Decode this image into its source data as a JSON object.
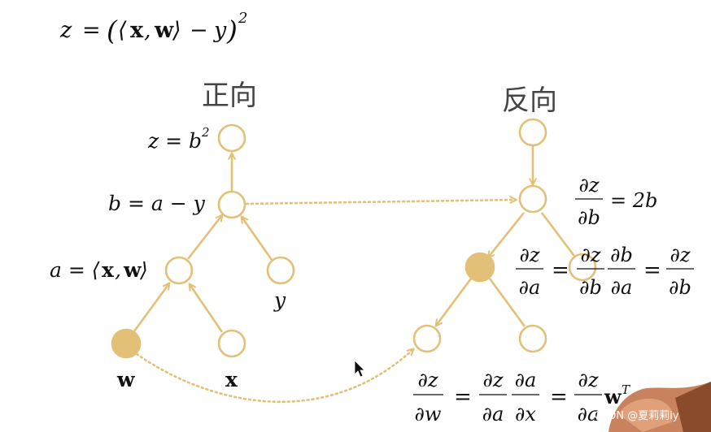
{
  "colors": {
    "node": "#e3c078",
    "text": "#111111",
    "heading": "#444444"
  },
  "formula": {
    "z": "z",
    "eq": "=",
    "lparen": "(",
    "langle": "⟨",
    "x": "x",
    "comma": ",",
    "w": "w",
    "rangle": "⟩",
    "minus": "−",
    "y": "y",
    "rparen": ")",
    "exp": "2"
  },
  "forward": {
    "heading": "正向",
    "z_label": "z = b",
    "z_exp": "2",
    "b_label": "b = a − y",
    "a_label_pre": "a = ⟨",
    "a_label_x": "x",
    "a_label_comma": ", ",
    "a_label_w": "w",
    "a_label_post": "⟩",
    "y_label": "y",
    "w_label": "w",
    "x_label": "x"
  },
  "backward": {
    "heading": "反向",
    "db": {
      "num": "∂z",
      "den": "∂b",
      "rhs": "= 2b"
    },
    "da": {
      "n1": "∂z",
      "d1": "∂a",
      "eq1": "=",
      "n2": "∂z",
      "d2": "∂b",
      "n3": "∂b",
      "d3": "∂a",
      "eq2": "=",
      "n4": "∂z",
      "d4": "∂b"
    },
    "dw": {
      "n1": "∂z",
      "d1": "∂w",
      "eq1": "=",
      "n2": "∂z",
      "d2": "∂a",
      "n3": "∂a",
      "d3": "∂x",
      "eq2": "=",
      "n4": "∂z",
      "d4": "∂a",
      "tail": "w",
      "sup": "T"
    }
  },
  "watermark": "CSDN @夏莉莉iy",
  "cursor": "mouse-cursor-icon"
}
